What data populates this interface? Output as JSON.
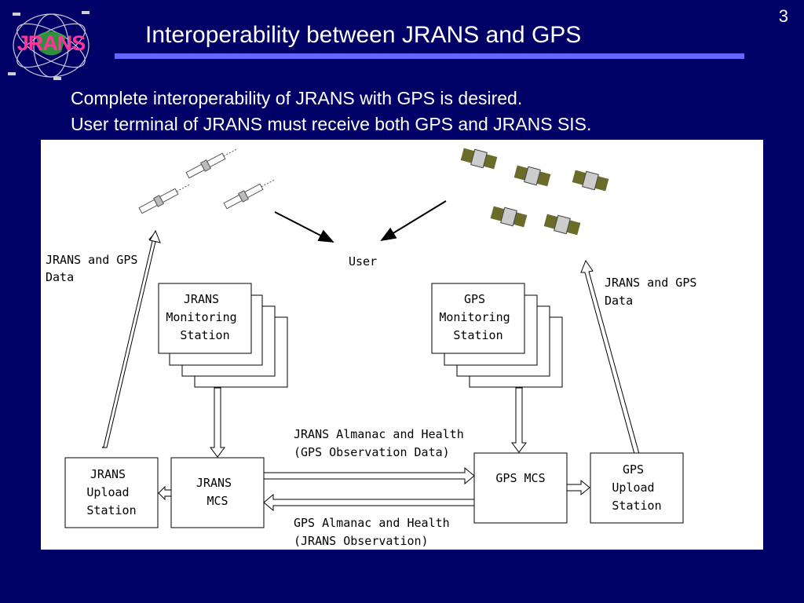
{
  "slide": {
    "page_number": "3",
    "title": "Interoperability between JRANS and GPS",
    "logo_text": "JRANS",
    "bullets": [
      "Complete interoperability of JRANS with GPS is desired.",
      "User terminal of JRANS must receive both GPS and JRANS SIS."
    ]
  },
  "diagram": {
    "user_label": "User",
    "uplink_left_label": [
      "JRANS and GPS",
      "Data"
    ],
    "uplink_right_label": [
      "JRANS and GPS",
      "Data"
    ],
    "jrans_monitoring_station": [
      "JRANS",
      "Monitoring",
      "Station"
    ],
    "gps_monitoring_station": [
      "GPS",
      "Monitoring",
      "Station"
    ],
    "jrans_upload_station": [
      "JRANS",
      "Upload",
      "Station"
    ],
    "jrans_mcs": [
      "JRANS",
      "MCS"
    ],
    "gps_mcs": [
      "GPS MCS"
    ],
    "gps_upload_station": [
      "GPS",
      "Upload",
      "Station"
    ],
    "link_top_label": [
      "JRANS Almanac and Health",
      "(GPS Observation Data)"
    ],
    "link_bottom_label": [
      "GPS Almanac and Health",
      "(JRANS Observation)"
    ]
  },
  "colors": {
    "background": "#000066",
    "title_bar": "#6666ff",
    "logo_text": "#ff3399",
    "panel": "#ffffff"
  }
}
